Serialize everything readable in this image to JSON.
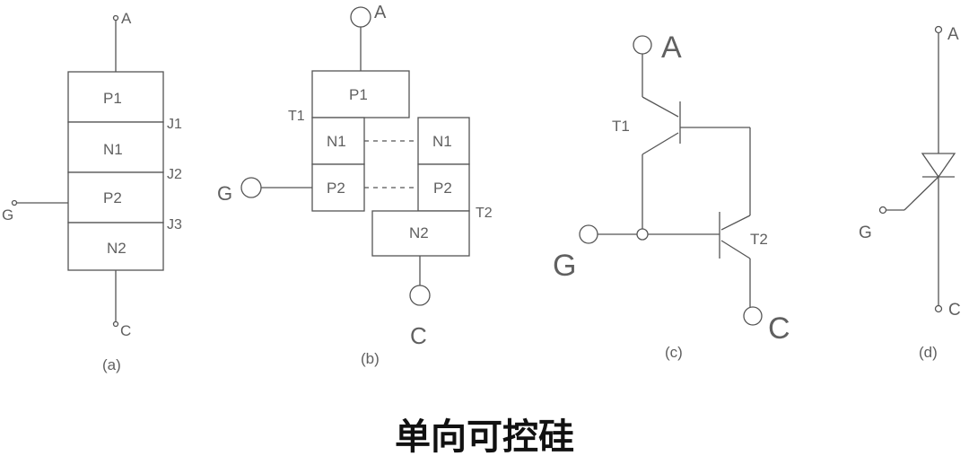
{
  "panel_a": {
    "anode": "A",
    "cathode": "C",
    "gate": "G",
    "layers": [
      "P1",
      "N1",
      "P2",
      "N2"
    ],
    "junctions": [
      "J1",
      "J2",
      "J3"
    ],
    "caption": "(a)"
  },
  "panel_b": {
    "anode": "A",
    "cathode": "C",
    "gate": "G",
    "t1": "T1",
    "t2": "T2",
    "left_stack": [
      "P1",
      "N1",
      "P2"
    ],
    "right_stack": [
      "N1",
      "P2",
      "N2"
    ],
    "caption": "(b)"
  },
  "panel_c": {
    "anode": "A",
    "cathode": "C",
    "gate": "G",
    "t1": "T1",
    "t2": "T2",
    "caption": "(c)"
  },
  "panel_d": {
    "anode": "A",
    "cathode": "C",
    "gate": "G",
    "caption": "(d)"
  },
  "title": "单向可控硅"
}
